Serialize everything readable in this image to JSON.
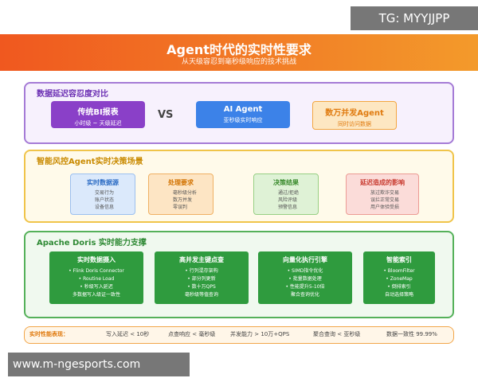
{
  "header": {
    "title": "Agent时代的实时性要求",
    "subtitle": "从天级容忍到毫秒级响应的技术挑战"
  },
  "watermarks": {
    "top": "TG: MYYJJPP",
    "bottom": "www.m-ngesports.com"
  },
  "latency": {
    "title": "数据延迟容忍度对比",
    "vs": "VS",
    "boxes": [
      {
        "title": "传统BI报表",
        "desc": "小时级 ~ 天级延迟"
      },
      {
        "title": "AI Agent",
        "desc": "亚秒级实时响应"
      },
      {
        "title": "数万并发Agent",
        "desc": "同时访问数据"
      }
    ]
  },
  "scenario": {
    "title": "智能风控Agent实时决策场景",
    "boxes": [
      {
        "title": "实时数据源",
        "items": [
          "交易行为",
          "账户状态",
          "设备信息"
        ]
      },
      {
        "title": "处理要求",
        "items": [
          "毫秒级分析",
          "数万并发",
          "零误判"
        ]
      },
      {
        "title": "决策结果",
        "items": [
          "通过/拒绝",
          "风险评级",
          "预警信息"
        ]
      },
      {
        "title": "延迟造成的影响",
        "items": [
          "放过欺诈交易",
          "误拦正常交易",
          "用户体验受损"
        ]
      }
    ]
  },
  "doris": {
    "title": "Apache Doris 实时能力支撑",
    "boxes": [
      {
        "title": "实时数据摄入",
        "items": [
          "• Flink Doris Connector",
          "• Routine Load",
          "• 秒级写入延迟",
          "多数据写入级证一致性"
        ]
      },
      {
        "title": "高并发主键点查",
        "items": [
          "• 行列混存架构",
          "• 部分列更新",
          "• 数十万QPS",
          "毫秒级等值查询"
        ]
      },
      {
        "title": "向量化执行引擎",
        "items": [
          "• SIMD指令优化",
          "• 批量数据处理",
          "• 性能提升5-10倍",
          "聚合查询优化"
        ]
      },
      {
        "title": "智能索引",
        "items": [
          "• BloomFilter",
          "• ZoneMap",
          "• 倒排索引",
          "自动选择策略"
        ]
      }
    ]
  },
  "performance": {
    "title": "实时性能表现：",
    "items": [
      "写入延迟 < 10秒",
      "点查响应 < 毫秒级",
      "并发能力 > 10万+QPS",
      "聚合查询 < 亚秒级",
      "数据一致性 99.99%"
    ]
  }
}
